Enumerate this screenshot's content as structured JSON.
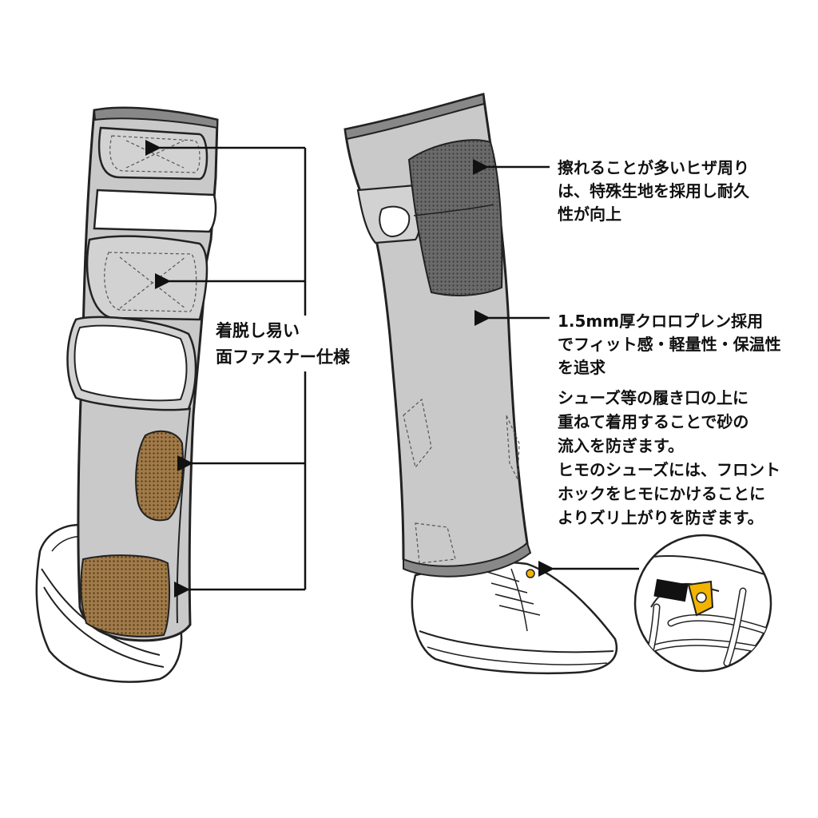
{
  "callouts": {
    "velcro": [
      "着脱し易い",
      "面ファスナー仕様"
    ],
    "knee": [
      "擦れることが多いヒザ周り",
      "は、特殊生地を採用し耐久",
      "性が向上"
    ],
    "neoprene": [
      "1.5mm厚クロロプレン採用",
      "でフィット感・軽量性・保温性",
      "を追求"
    ],
    "sand": [
      "シューズ等の履き口の上に",
      "重ねて着用することで砂の",
      "流入を防ぎます。",
      "ヒモのシューズには、フロント",
      "ホックをヒモにかけることに",
      "よりズリ上がりを防ぎます。"
    ]
  },
  "colors": {
    "fabric": "#c9c9c9",
    "outline": "#222222",
    "knee_patch": "#5e5e5e",
    "heel_patch": "#8a6a3e",
    "hook": "#f2b400"
  },
  "icons": [
    "left-gaiter-illustration",
    "right-gaiter-illustration",
    "shoe-illustration",
    "hook-detail-inset"
  ]
}
